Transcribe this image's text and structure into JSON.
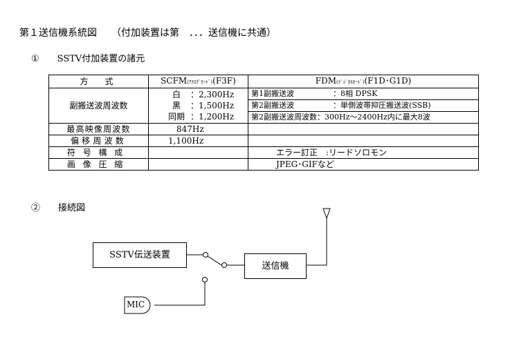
{
  "title": "第１送信機系統図　　（付加装置は第　．．．送信機に共通）",
  "section1": "①　　SSTV付加装置の諸元",
  "section2": "②　　接続図",
  "table": {
    "header": {
      "col1": "方　式",
      "col2_main": "SCFM",
      "col2_sub": "(ｱﾅﾛｸﾞﾓｰﾄﾞ)",
      "col2_tail": "(F3F)",
      "col3_main": "FDM",
      "col3_sub": "(ﾃﾞｼﾞﾀﾙﾓｰﾄﾞ)",
      "col3_tail": "(F1D･G1D)"
    },
    "subcarrier": {
      "label": "副搬送波周波数",
      "lines": [
        {
          "k": "白",
          "v": "：2,300Hz"
        },
        {
          "k": "黒",
          "v": "：1,500Hz"
        },
        {
          "k": "同期",
          "v": "：1,200Hz"
        }
      ],
      "fdm_lines": [
        {
          "k": "第1副搬送波",
          "v": "：8相 DPSK"
        },
        {
          "k": "第2副搬送波",
          "v": "：単側波帯抑圧搬送波(SSB)"
        },
        {
          "k": "第2副搬送波周波数",
          "v": "：300Hz～2400Hz内に最大8波"
        }
      ]
    },
    "rows": [
      {
        "label": "最高映像周波数",
        "scfm": "847Hz",
        "fdm": ""
      },
      {
        "label": "偏移周波数",
        "scfm": "1,100Hz",
        "fdm": ""
      },
      {
        "label": "符号構成",
        "scfm": "",
        "fdm": "エラー訂正　:リードソロモン"
      },
      {
        "label": "画像圧縮",
        "scfm": "",
        "fdm": "JPEG･GIFなど"
      }
    ]
  },
  "diagram": {
    "sstv_box": "SSTV伝送装置",
    "tx_box": "送信機",
    "mic": "MIC"
  }
}
